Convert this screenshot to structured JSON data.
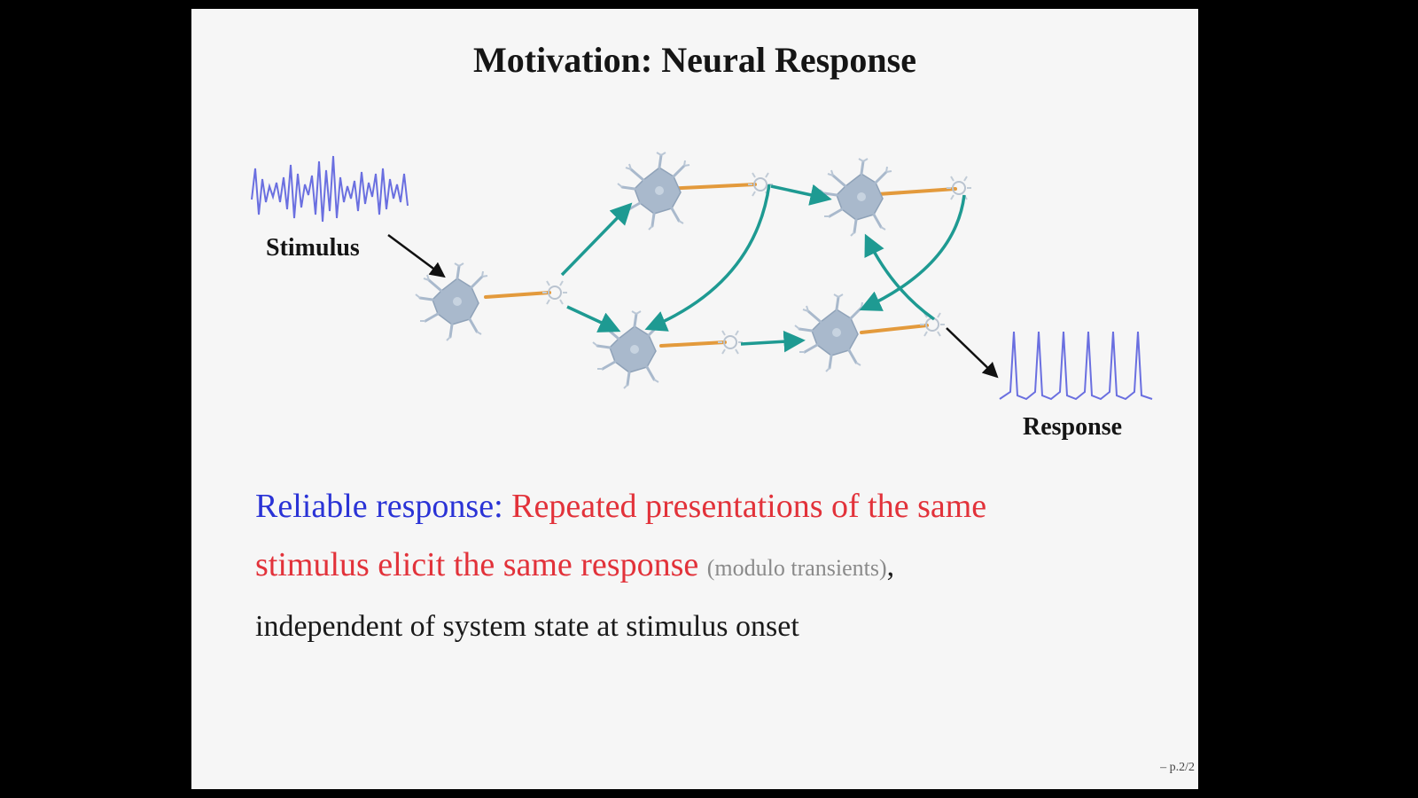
{
  "slide": {
    "title": "Motivation: Neural Response",
    "diagram": {
      "stimulus_label": "Stimulus",
      "response_label": "Response"
    },
    "body": {
      "line1_blue": "Reliable response:",
      "line1_red": "Repeated presentations of the same",
      "line2_red": "stimulus elicit the same response",
      "line2_gray": "(modulo transients)",
      "line2_comma": ",",
      "line3": "independent of system state at stimulus onset"
    },
    "page_number": "– p.2/2"
  },
  "colors": {
    "title": "#151515",
    "blue_text": "#2a33d6",
    "red_text": "#e2323a",
    "gray_text": "#8a8a8a",
    "arrow_teal": "#1e9a92",
    "axon_orange": "#e39a3c",
    "neuron_body": "#a9b9cc",
    "signal_blue": "#6a6fe0"
  }
}
